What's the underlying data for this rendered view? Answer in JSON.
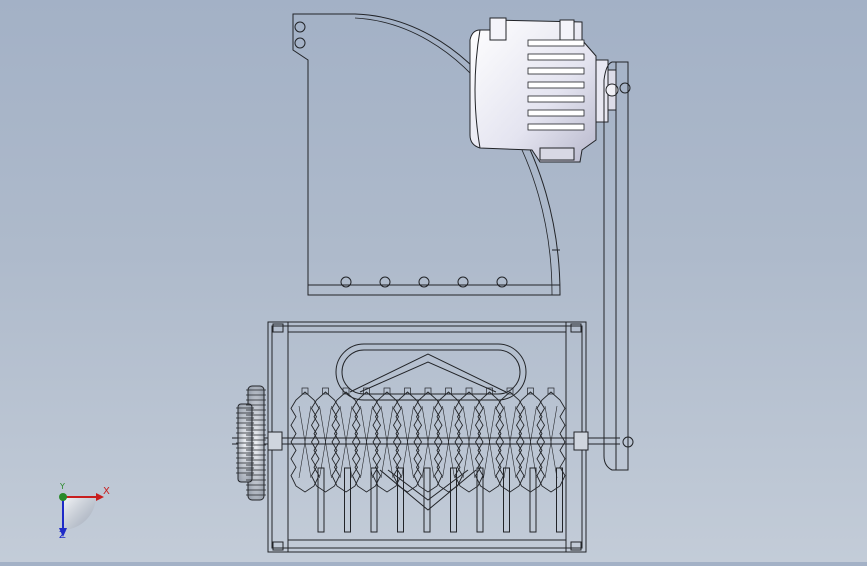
{
  "view": {
    "background_top": "#a3b1c6",
    "background_bottom": "#c3ccd8",
    "line_color": "#222428",
    "motor_fill": "#e6e6f2"
  },
  "triad": {
    "x_label": "X",
    "y_label": "Y",
    "z_label": "Z",
    "x_color": "#c81e1e",
    "y_color": "#2a8a2a",
    "z_color": "#1e2ac8"
  },
  "model": {
    "side_plate_holes": 5,
    "cutter_discs": 13,
    "lower_slots": 10
  }
}
